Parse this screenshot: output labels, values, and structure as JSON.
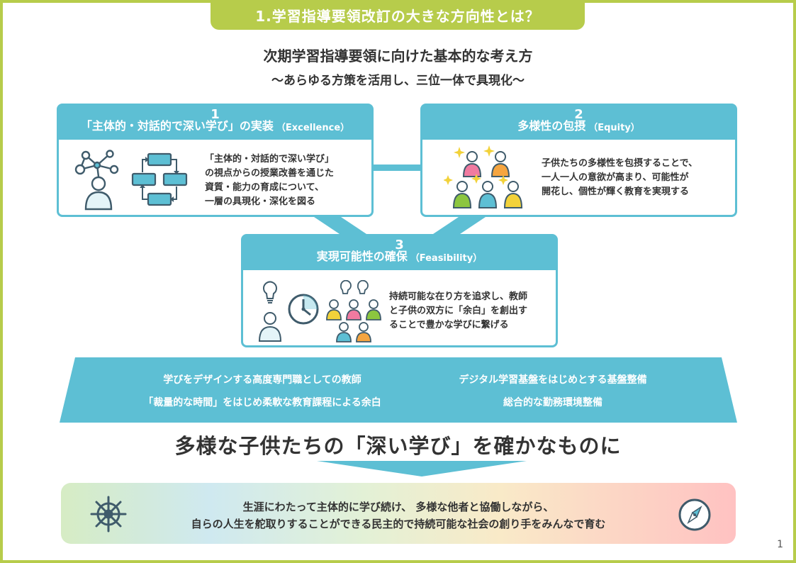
{
  "header": {
    "tab_title": "1.学習指導要領改訂の大きな方向性とは？"
  },
  "main": {
    "title": "次期学習指導要領に向けた基本的な考え方",
    "subtitle": "～あらゆる方策を活用し、三位一体で具現化～"
  },
  "cards": [
    {
      "number": "1",
      "title": "「主体的・対話的で深い学び」の実装",
      "title_en": "（Excellence）",
      "lines": [
        "「主体的・対話的で深い学び」",
        "の視点からの授業改善を通じた",
        "資質・能力の育成について、",
        "一層の具現化・深化を図る"
      ]
    },
    {
      "number": "2",
      "title": "多様性の包摂",
      "title_en": "（Equity）",
      "lines": [
        "子供たちの多様性を包摂することで、",
        "一人一人の意欲が高まり、可能性が",
        "開花し、個性が輝く教育を実現する"
      ]
    },
    {
      "number": "3",
      "title": "実現可能性の確保",
      "title_en": "（Feasibility）",
      "lines": [
        "持続可能な在り方を追求し、教師",
        "と子供の双方に「余白」を創出す",
        "ることで豊かな学びに繋げる"
      ]
    }
  ],
  "foundation": {
    "items": [
      "学びをデザインする高度専門職としての教師",
      "デジタル学習基盤をはじめとする基盤整備",
      "「裁量的な時間」をはじめ柔軟な教育課程による余白",
      "総合的な勤務環境整備"
    ]
  },
  "goal": {
    "title": "多様な子供たちの「深い学び」を確かなものに"
  },
  "vision": {
    "lines": [
      "生涯にわたって主体的に学び続け、 多様な他者と協働しながら、",
      "自らの人生を舵取りすることができる民主的で持続可能な社会の創り手をみんなで育む"
    ]
  },
  "page": {
    "number": "1"
  },
  "icons": [
    "network-person-icon",
    "cycle-flow-icon",
    "diverse-people-icon",
    "lightbulb-person-icon",
    "clock-icon",
    "idea-group-icon",
    "ship-wheel-icon",
    "compass-icon"
  ],
  "colors": {
    "accent_green": "#b7cc4b",
    "accent_teal": "#5dbfd4",
    "person_pink": "#f07aa0",
    "person_orange": "#f5a540",
    "person_green": "#8cc63f",
    "person_yellow": "#f2d23a",
    "person_blue": "#5dbfd4"
  }
}
